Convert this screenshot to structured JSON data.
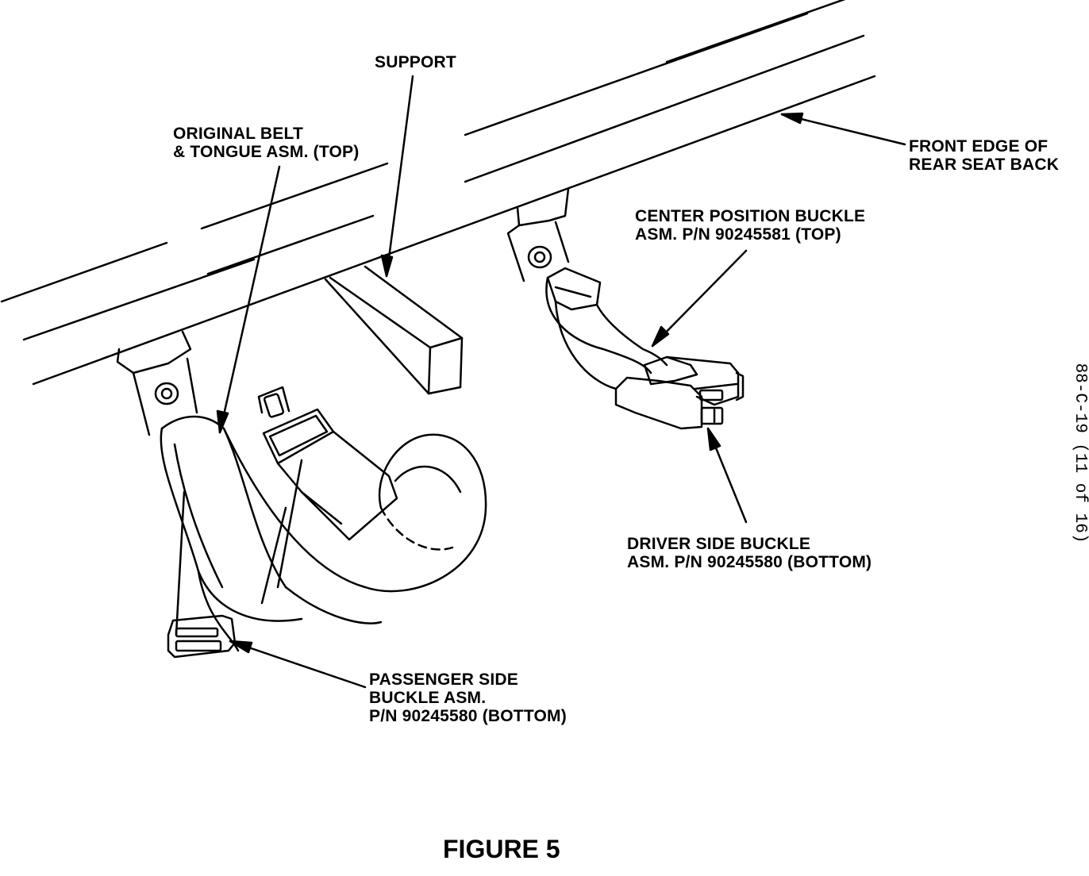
{
  "labels": {
    "support": "SUPPORT",
    "original_belt": [
      "ORIGINAL BELT",
      "& TONGUE ASM. (TOP)"
    ],
    "front_edge": [
      "FRONT EDGE OF",
      "REAR SEAT BACK"
    ],
    "center_buckle": [
      "CENTER POSITION BUCKLE",
      "ASM. P/N 90245581 (TOP)"
    ],
    "driver_buckle": [
      "DRIVER SIDE BUCKLE",
      "ASM. P/N 90245580 (BOTTOM)"
    ],
    "passenger_buckle": [
      "PASSENGER SIDE",
      "BUCKLE ASM.",
      "P/N 90245580 (BOTTOM)"
    ]
  },
  "figure_title": "FIGURE 5",
  "side_code": "88-C-19  (11 of 16)",
  "colors": {
    "ink": "#000000",
    "paper": "#ffffff"
  }
}
